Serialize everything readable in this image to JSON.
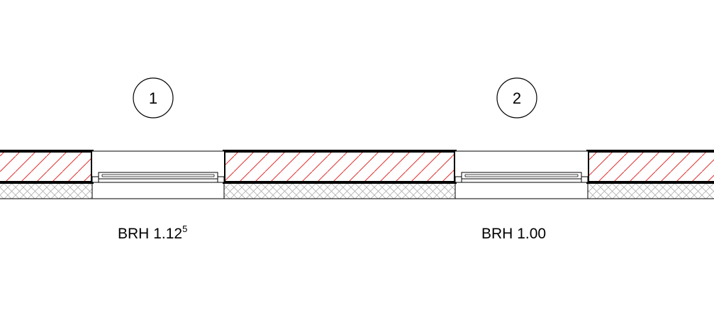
{
  "colors": {
    "line": "#000000",
    "hatch_masonry": "#e03030",
    "hatch_lower": "#b0b0b0",
    "background": "#ffffff"
  },
  "windows": [
    {
      "tag": "1",
      "label_prefix": "BRH ",
      "label_value": "1.12",
      "label_superscript": "5"
    },
    {
      "tag": "2",
      "label_prefix": "BRH ",
      "label_value": "1.00",
      "label_superscript": ""
    }
  ]
}
